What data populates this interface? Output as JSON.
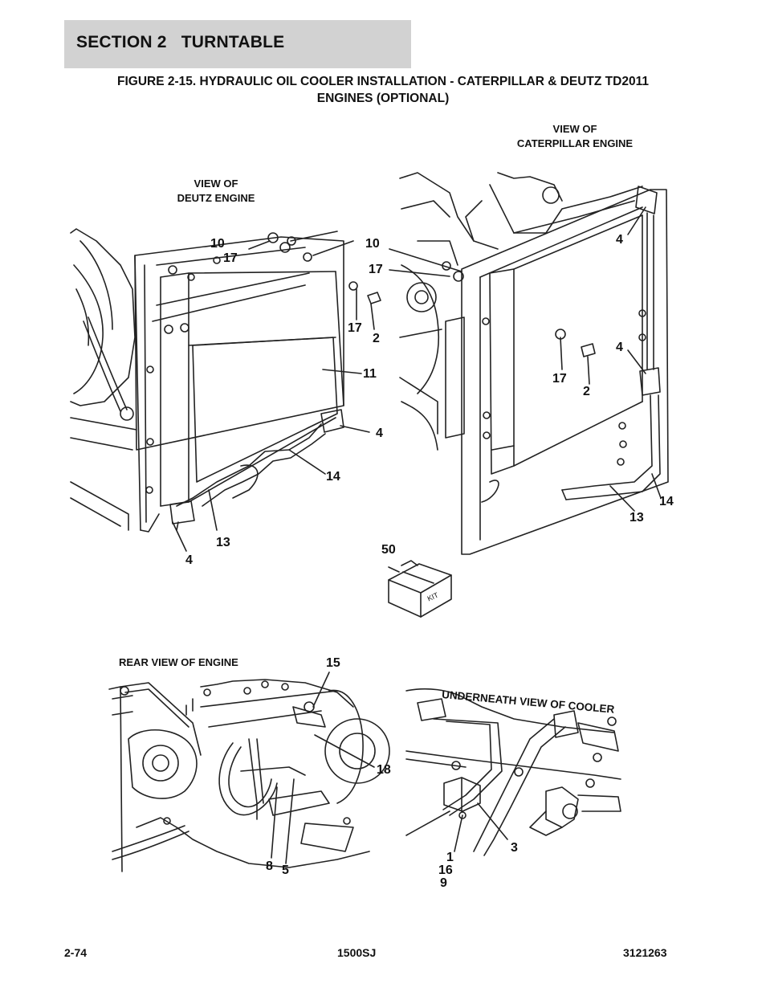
{
  "section": {
    "title": "SECTION 2   TURNTABLE"
  },
  "figure": {
    "title_line1": "FIGURE 2-15. HYDRAULIC OIL COOLER INSTALLATION - CATERPILLAR & DEUTZ TD2011",
    "title_line2": "ENGINES (OPTIONAL)"
  },
  "views": {
    "caterpillar_line1": "VIEW OF",
    "caterpillar_line2": "CATERPILLAR ENGINE",
    "deutz_line1": "VIEW OF",
    "deutz_line2": "DEUTZ ENGINE",
    "rear": "REAR VIEW OF ENGINE",
    "underneath": "UNDERNEATH VIEW OF COOLER",
    "kit": "KIT"
  },
  "callouts": {
    "deutz": [
      "10",
      "17",
      "10",
      "17",
      "17",
      "2",
      "11",
      "4",
      "14",
      "13",
      "4"
    ],
    "caterpillar": [
      "4",
      "4",
      "17",
      "2",
      "14",
      "13"
    ],
    "kit": [
      "50"
    ],
    "rear": [
      "15",
      "18",
      "8",
      "5"
    ],
    "underneath": [
      "1",
      "16",
      "9",
      "3"
    ]
  },
  "footer": {
    "page": "2-74",
    "model": "1500SJ",
    "part_number": "3121263"
  }
}
